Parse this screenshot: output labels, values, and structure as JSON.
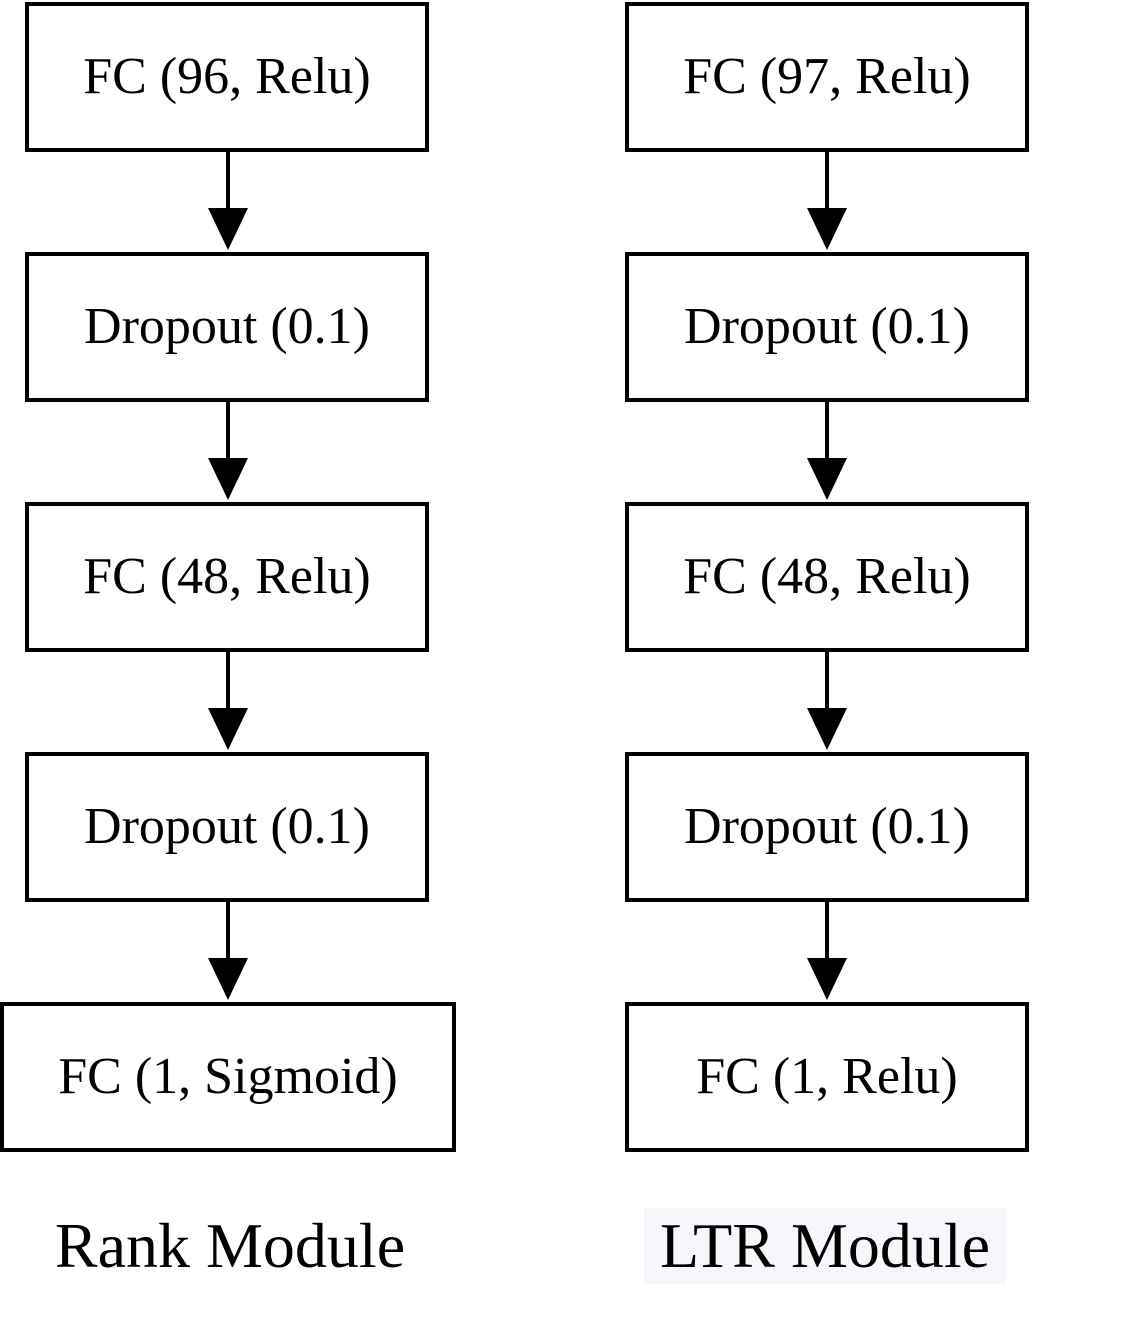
{
  "rank_module": {
    "title": "Rank Module",
    "layers": [
      "FC (96, Relu)",
      "Dropout (0.1)",
      "FC (48, Relu)",
      "Dropout (0.1)",
      "FC (1, Sigmoid)"
    ]
  },
  "ltr_module": {
    "title": "LTR Module",
    "layers": [
      "FC (97, Relu)",
      "Dropout (0.1)",
      "FC (48, Relu)",
      "Dropout (0.1)",
      "FC (1, Relu)"
    ]
  },
  "colors": {
    "stroke": "#000000",
    "background": "#ffffff",
    "ltr_caption_highlight": "#f6f7fa"
  }
}
